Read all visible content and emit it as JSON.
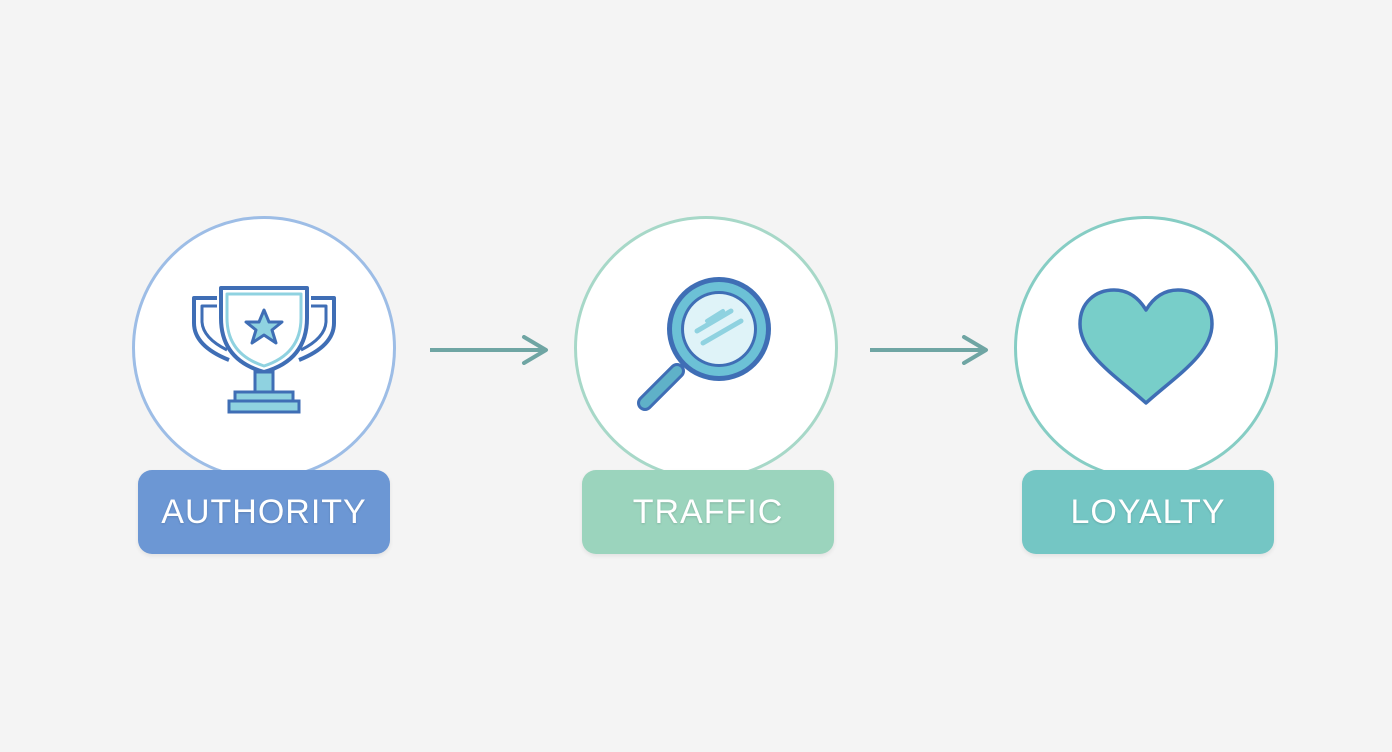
{
  "steps": [
    {
      "label": "AUTHORITY",
      "icon": "trophy-icon",
      "circle_color": "#9dbde6",
      "label_color": "#6c97d4"
    },
    {
      "label": "TRAFFIC",
      "icon": "magnifying-glass-icon",
      "circle_color": "#a7d8c8",
      "label_color": "#9bd4bd"
    },
    {
      "label": "LOYALTY",
      "icon": "heart-icon",
      "circle_color": "#86cdc4",
      "label_color": "#74c6c4"
    }
  ],
  "colors": {
    "arrow": "#6fa5a3",
    "icon_stroke": "#3f6eb5",
    "icon_fill_light": "#8fd2e0",
    "heart_fill": "#78cec9",
    "background": "#f4f4f4"
  }
}
